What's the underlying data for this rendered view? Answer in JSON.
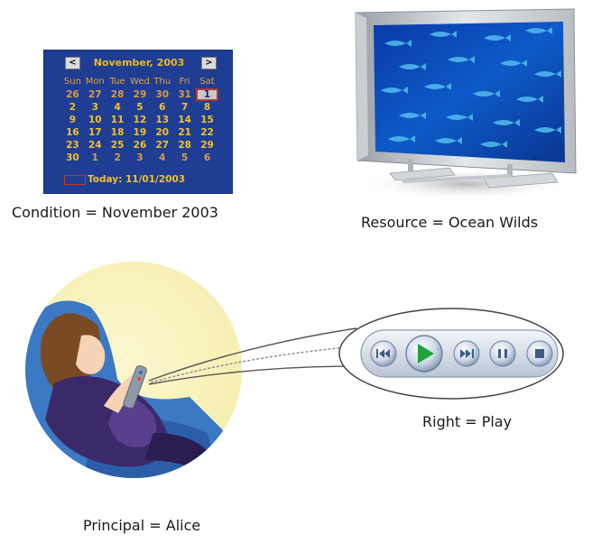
{
  "calendar": {
    "month_title": "November, 2003",
    "prev_label": "<",
    "next_label": ">",
    "weekdays": [
      "Sun",
      "Mon",
      "Tue",
      "Wed",
      "Thu",
      "Fri",
      "Sat"
    ],
    "weeks": [
      [
        "26",
        "27",
        "28",
        "29",
        "30",
        "31",
        "1"
      ],
      [
        "2",
        "3",
        "4",
        "5",
        "6",
        "7",
        "8"
      ],
      [
        "9",
        "10",
        "11",
        "12",
        "13",
        "14",
        "15"
      ],
      [
        "16",
        "17",
        "18",
        "19",
        "20",
        "21",
        "22"
      ],
      [
        "23",
        "24",
        "25",
        "26",
        "27",
        "28",
        "29"
      ],
      [
        "30",
        "1",
        "2",
        "3",
        "4",
        "5",
        "6"
      ]
    ],
    "today_label": "Today: 11/01/2003",
    "colors": {
      "background": "#1f3d93",
      "day_text": "#f2c12e",
      "selection_border": "#b03a2e"
    }
  },
  "captions": {
    "condition": "Condition = November 2003",
    "resource": "Resource = Ocean Wilds",
    "right": "Right = Play",
    "principal": "Principal = Alice"
  },
  "player": {
    "buttons": [
      "previous-icon",
      "play-icon",
      "next-icon",
      "pause-icon",
      "stop-icon"
    ]
  }
}
